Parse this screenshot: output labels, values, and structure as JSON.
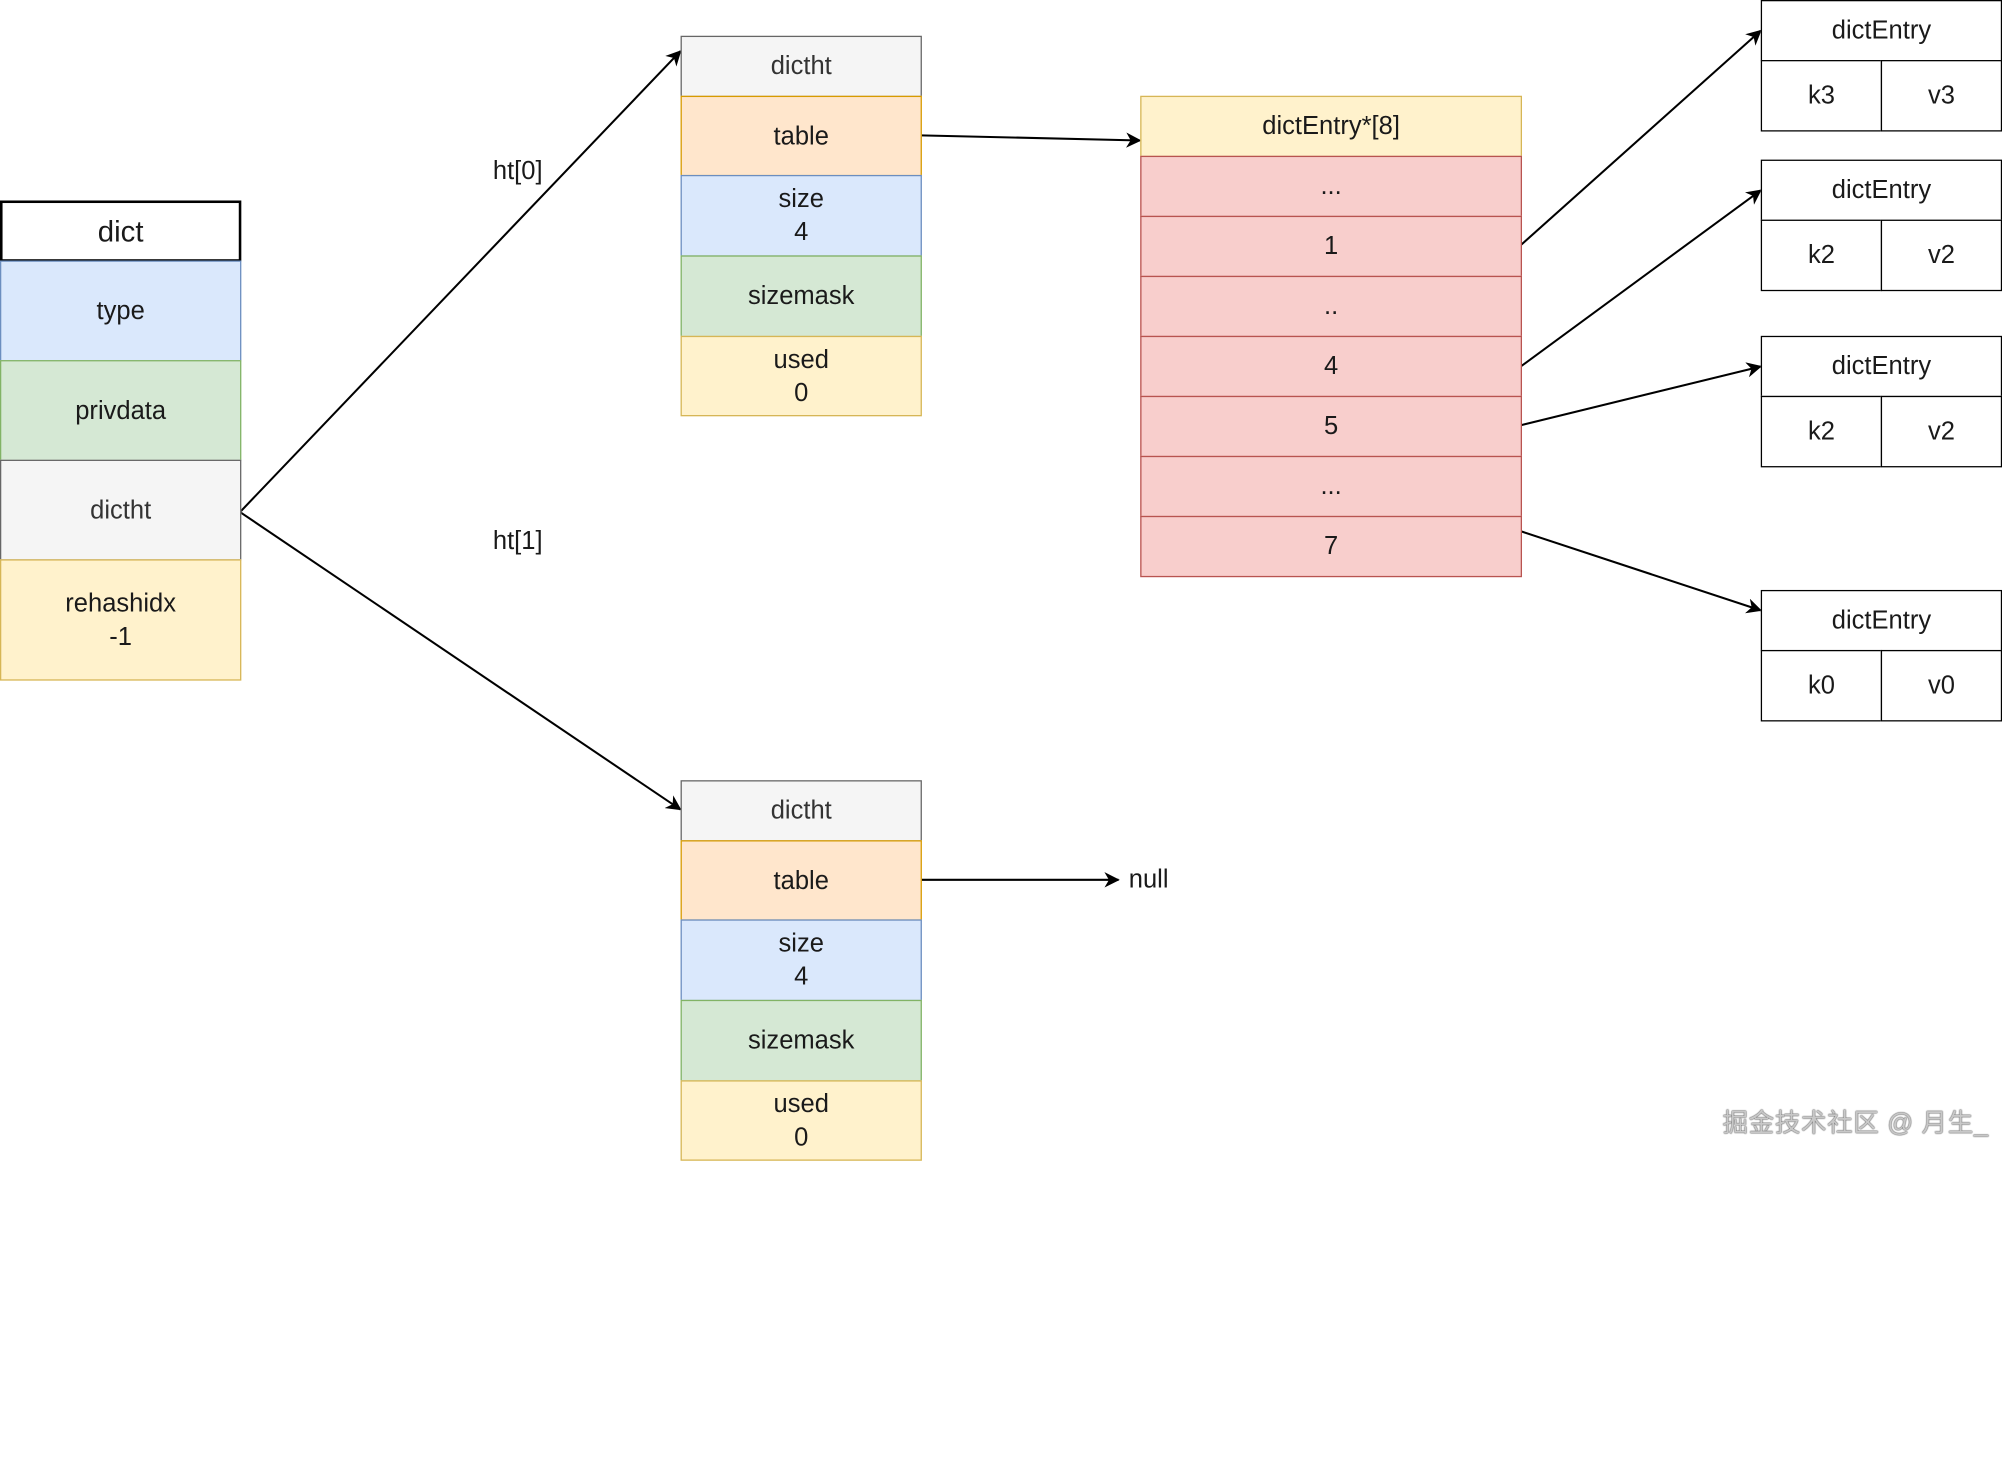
{
  "dict": {
    "title": "dict",
    "fields": [
      "type",
      "privdata",
      "dictht"
    ],
    "rehashidx": {
      "name": "rehashidx",
      "value": "-1"
    }
  },
  "edge_labels": {
    "ht0": "ht[0]",
    "ht1": "ht[1]"
  },
  "ht0": {
    "title": "dictht",
    "table": "table",
    "size": {
      "name": "size",
      "value": "4"
    },
    "sizemask": "sizemask",
    "used": {
      "name": "used",
      "value": "0"
    }
  },
  "ht1": {
    "title": "dictht",
    "table": "table",
    "size": {
      "name": "size",
      "value": "4"
    },
    "sizemask": "sizemask",
    "used": {
      "name": "used",
      "value": "0"
    },
    "table_target": "null"
  },
  "array": {
    "title": "dictEntry*[8]",
    "slots": [
      "...",
      "1",
      "..",
      "4",
      "5",
      "...",
      "7"
    ]
  },
  "entries": [
    {
      "title": "dictEntry",
      "key": "k3",
      "value": "v3"
    },
    {
      "title": "dictEntry",
      "key": "k2",
      "value": "v2"
    },
    {
      "title": "dictEntry",
      "key": "k2",
      "value": "v2"
    },
    {
      "title": "dictEntry",
      "key": "k0",
      "value": "v0"
    }
  ],
  "watermark": "掘金技术社区 @ 月生_",
  "colors": {
    "white": "#ffffff",
    "gray": "#f5f5f5",
    "blue": "#dae8fc",
    "green": "#d5e8d4",
    "yellow": "#fff2cc",
    "orange": "#ffe6cc",
    "red": "#f8cecc",
    "line": "#000000"
  }
}
